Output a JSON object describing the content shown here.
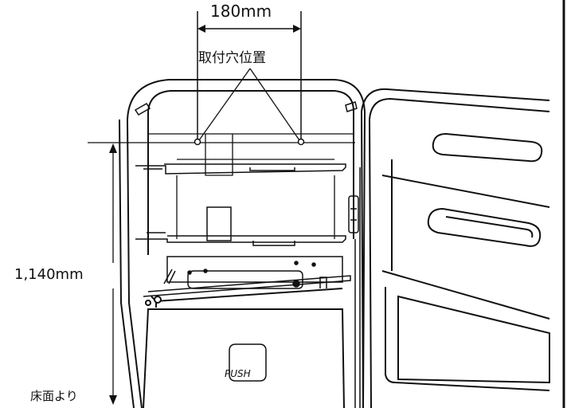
{
  "labels": {
    "width": "180mm",
    "mounting_holes": "取付穴位置",
    "height": "1,140mm",
    "from_floor": "床面より",
    "push": "PUSH"
  },
  "colors": {
    "line": "#111111",
    "background": "#ffffff"
  }
}
